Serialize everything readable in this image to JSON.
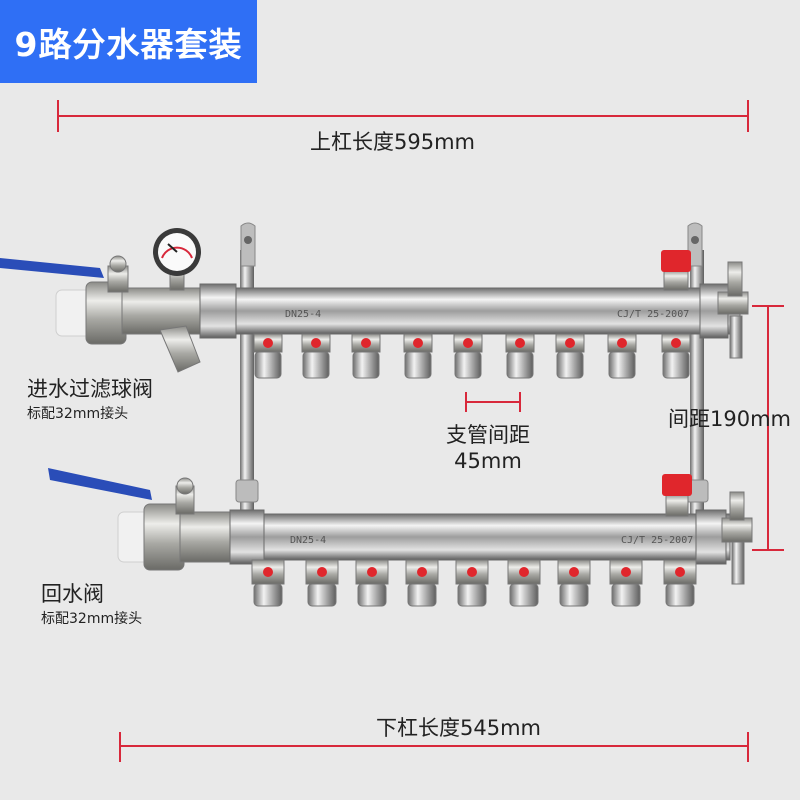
{
  "title": "9路分水器套装",
  "labels": {
    "top_bar_length": "上杠长度595mm",
    "bottom_bar_length": "下杠长度545mm",
    "spacing": "间距190mm",
    "branch_spacing_line1": "支管间距",
    "branch_spacing_line2": "45mm",
    "inlet_valve": "进水过滤球阀",
    "inlet_fitting": "标配32mm接头",
    "return_valve": "回水阀",
    "return_fitting": "标配32mm接头"
  },
  "pipe_marks": {
    "top_left": "DN25-4",
    "top_right": "CJ/T 25-2007",
    "bottom_left": "DN25-4",
    "bottom_right": "CJ/T 25-2007"
  },
  "colors": {
    "accent_blue": "#2f6ff5",
    "dimension_red": "#d8283b",
    "valve_red": "#e0262c",
    "handle_blue": "#2a4db8"
  }
}
